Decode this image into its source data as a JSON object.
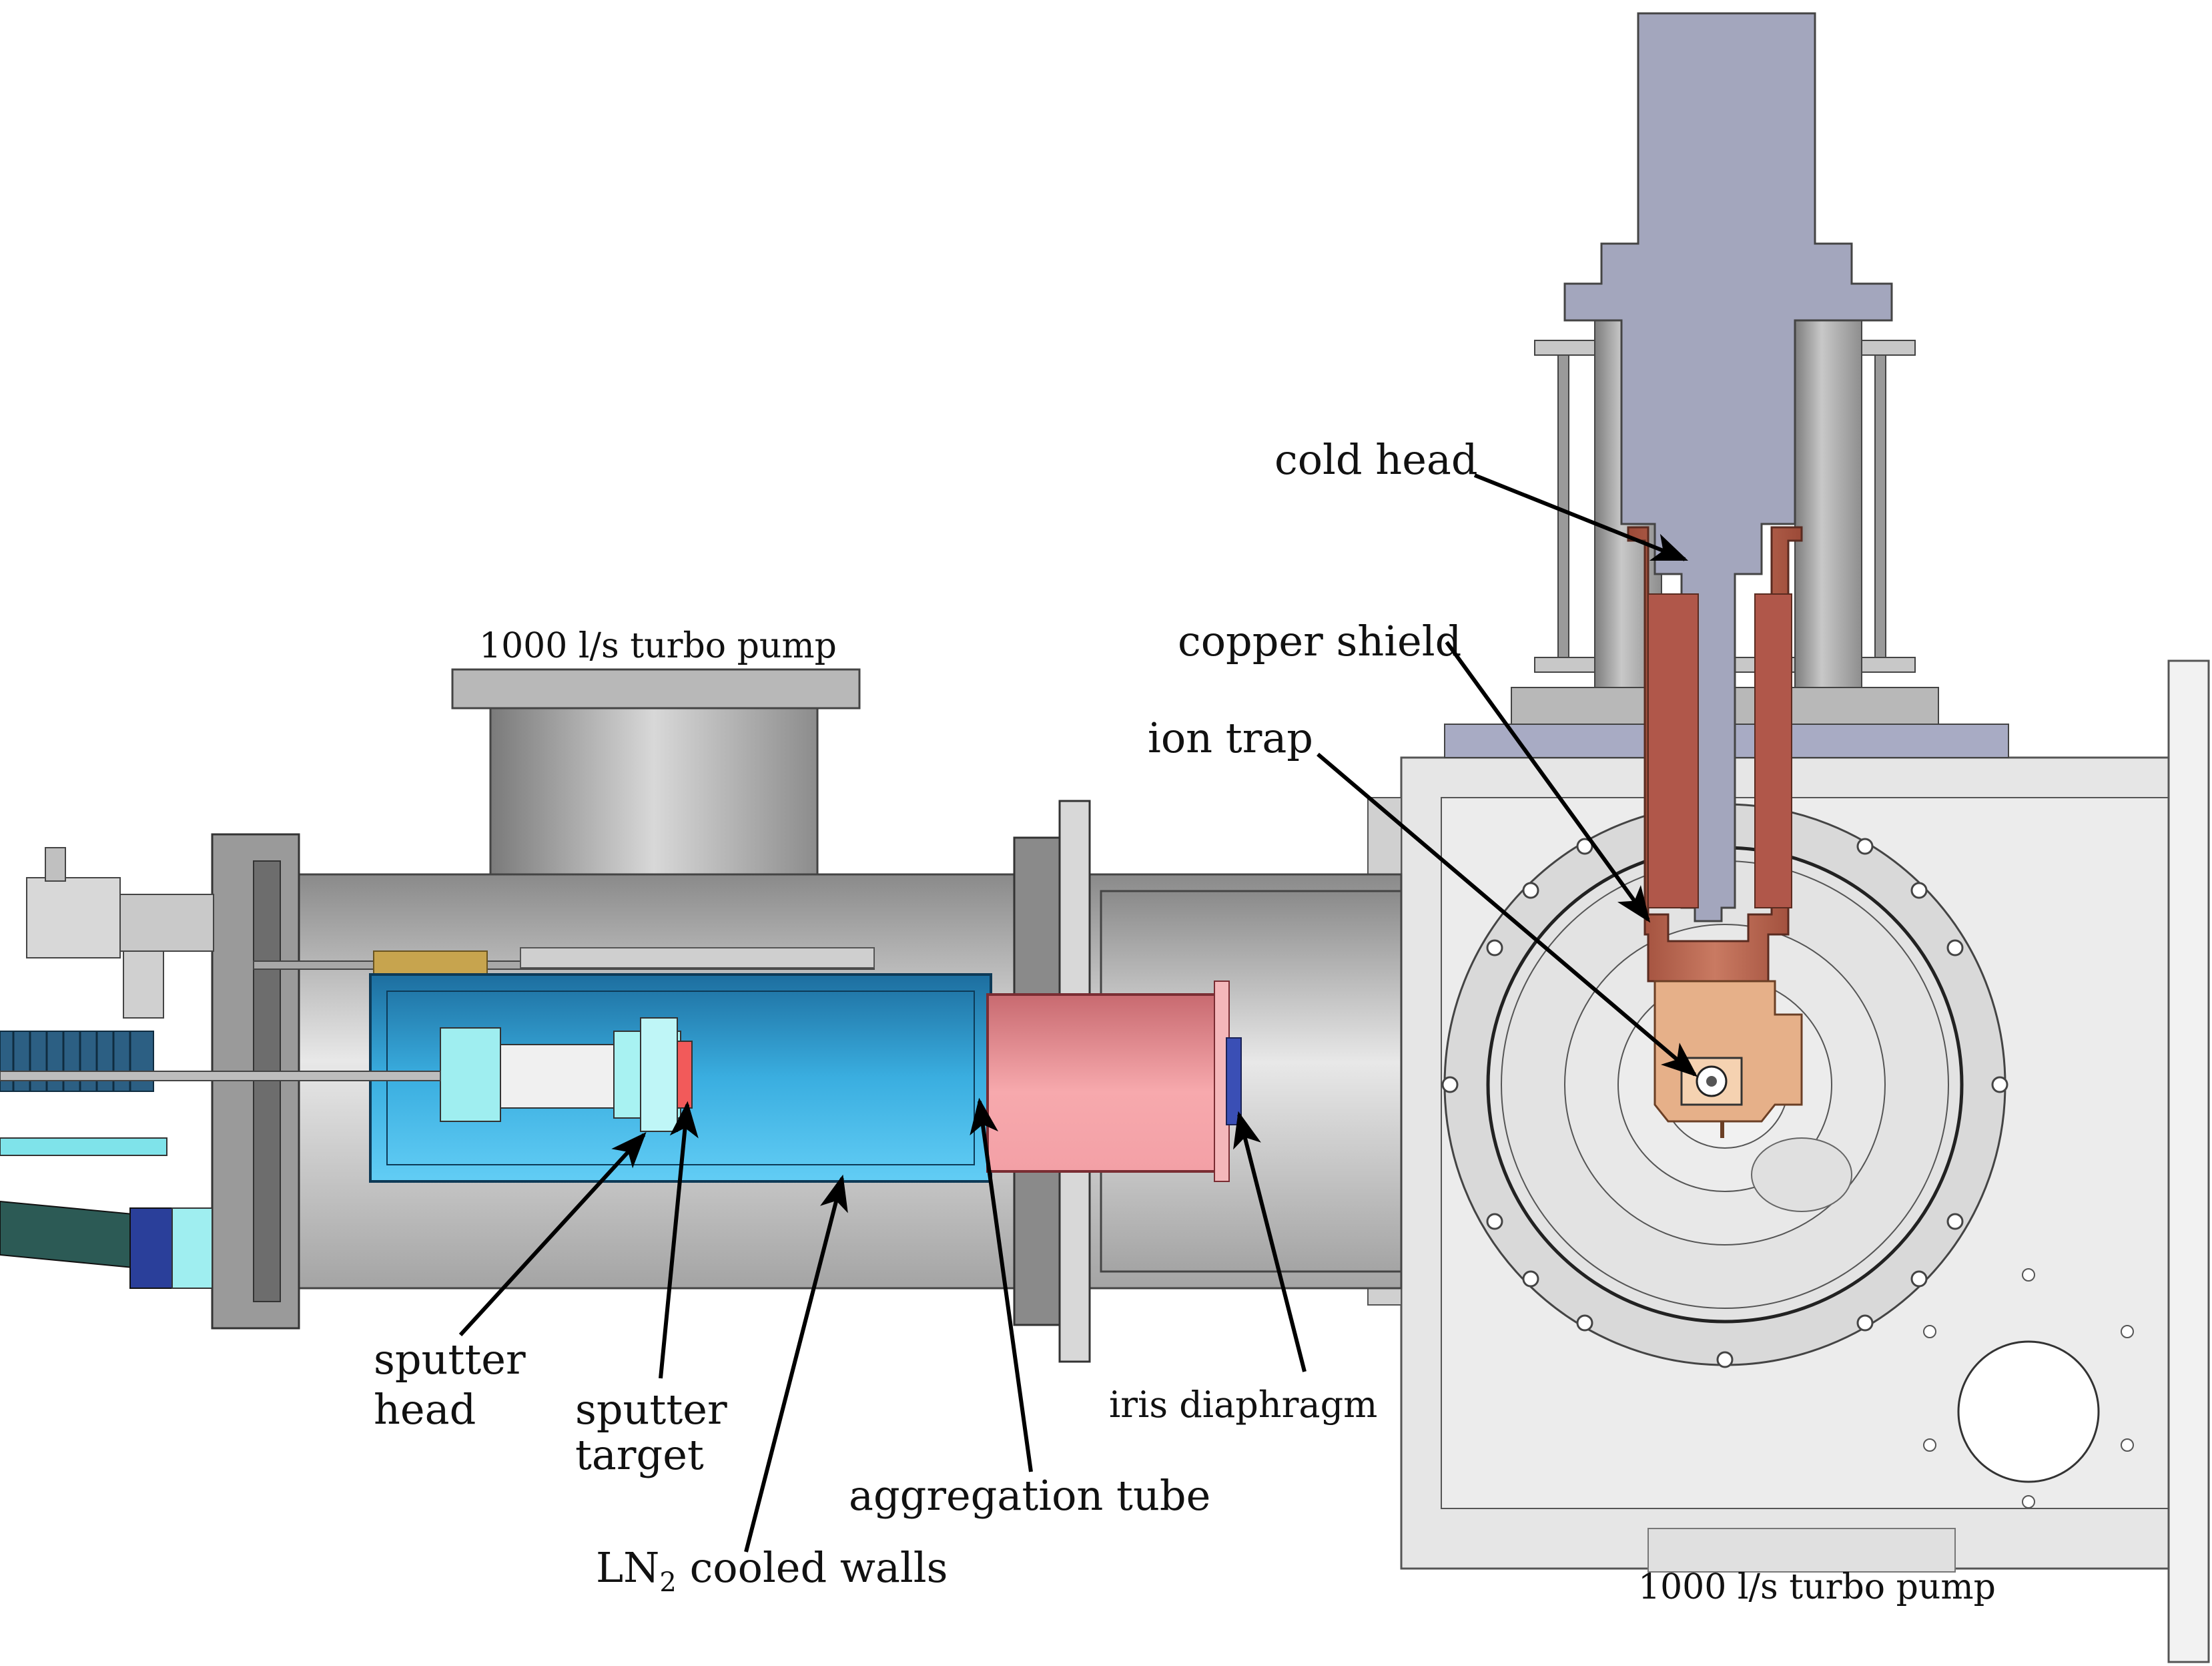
{
  "labels": {
    "turbo_pump_top": "1000 l/s turbo pump",
    "turbo_pump_bottom": "1000 l/s turbo pump",
    "cold_head": "cold head",
    "copper_shield": "copper shield",
    "ion_trap": "ion trap",
    "sputter_head_line1": "sputter",
    "sputter_head_line2": "head",
    "sputter_target_line1": "sputter",
    "sputter_target_line2": "target",
    "aggregation_tube": "aggregation tube",
    "iris_diaphragm": "iris diaphragm",
    "ln2_cooled_walls_prefix": "LN",
    "ln2_cooled_walls_sub": "2",
    "ln2_cooled_walls_suffix": " cooled walls"
  },
  "colors": {
    "steel_dark": "#8f8f8f",
    "steel_mid": "#c4c4c4",
    "steel_light": "#e6e6e6",
    "chamber": "#dedede",
    "cold_head": "#a3a6bd",
    "copper": "#b76a55",
    "copper_light": "#e8b28a",
    "ln2_blue": "#2f9fd6",
    "ln2_blue_light": "#55c6f2",
    "aggregation_pink": "#f39aa0",
    "cyan_part": "#9feef0",
    "bellows": "#2c5f83",
    "dark_navy": "#2a3f9a",
    "teal_hose": "#2c5a55"
  }
}
